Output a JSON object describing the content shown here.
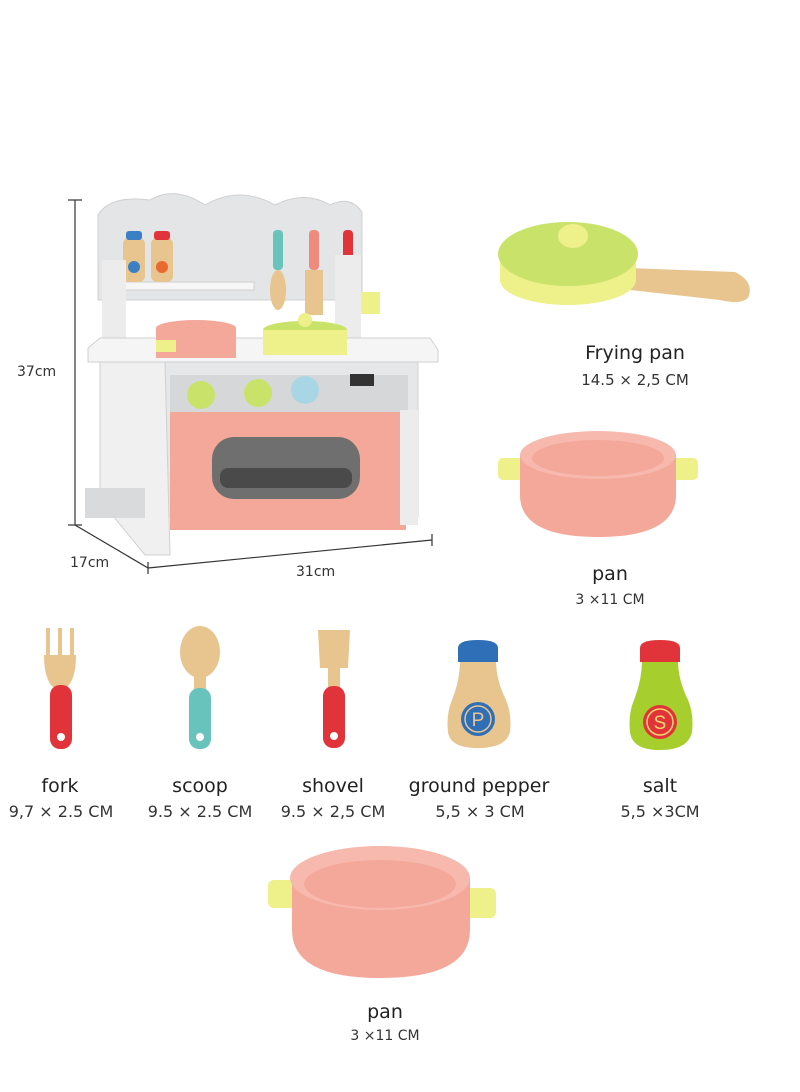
{
  "dimensions": {
    "height": "37cm",
    "depth": "17cm",
    "width": "31cm"
  },
  "items": {
    "frying_pan": {
      "name": "Frying pan",
      "size": "14.5 × 2,5 CM"
    },
    "pan_top": {
      "name": "pan",
      "size": "3 ×11 CM"
    },
    "fork": {
      "name": "fork",
      "size": "9,7 × 2.5 CM"
    },
    "scoop": {
      "name": "scoop",
      "size": "9.5 × 2.5 CM"
    },
    "shovel": {
      "name": "shovel",
      "size": "9.5 × 2,5 CM"
    },
    "ground_pepper": {
      "name": "ground pepper",
      "size": "5,5 × 3 CM",
      "label": "P"
    },
    "salt": {
      "name": "salt",
      "size": "5,5 ×3CM",
      "label": "S"
    },
    "pan_bottom": {
      "name": "pan",
      "size": "3 ×11 CM"
    }
  },
  "colors": {
    "pink": "#f4a89a",
    "lime": "#c9e36a",
    "yellow": "#eef08a",
    "wood": "#e8c48e",
    "red": "#e0343a",
    "teal": "#69c3bd",
    "blue": "#2f6fb8",
    "grey": "#d9dadb"
  }
}
